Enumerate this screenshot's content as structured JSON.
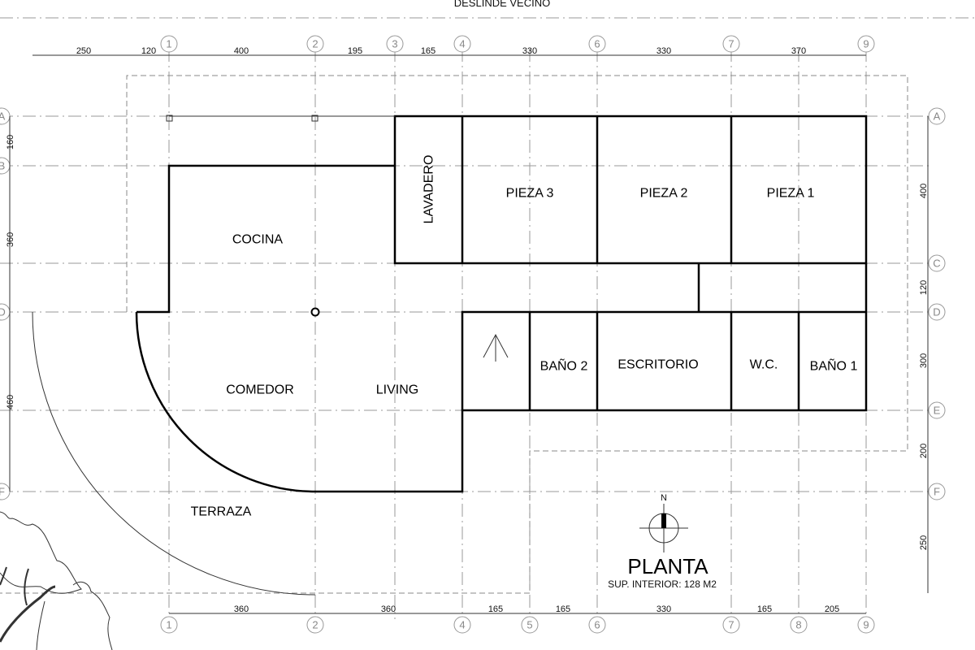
{
  "header": {
    "title": "DESLINDE VECINO"
  },
  "grid_columns": [
    "1",
    "2",
    "3",
    "4",
    "5",
    "6",
    "7",
    "8",
    "9"
  ],
  "grid_rows": [
    "A",
    "B",
    "C",
    "D",
    "E",
    "F"
  ],
  "top_dims": [
    "250",
    "120",
    "400",
    "195",
    "165",
    "330",
    "330",
    "370"
  ],
  "bottom_dims": [
    "360",
    "360",
    "165",
    "165",
    "330",
    "165",
    "205"
  ],
  "left_dims": [
    "160",
    "360",
    "460"
  ],
  "right_dims": [
    "400",
    "120",
    "300",
    "200",
    "250"
  ],
  "rooms": {
    "lavadero": "LAVADERO",
    "pieza3": "PIEZA 3",
    "pieza2": "PIEZA 2",
    "pieza1": "PIEZA 1",
    "cocina": "COCINA",
    "comedor": "COMEDOR",
    "living": "LIVING",
    "bano2": "BAÑO 2",
    "escritorio": "ESCRITORIO",
    "wc": "W.C.",
    "bano1": "BAÑO 1",
    "terraza": "TERRAZA"
  },
  "compass": {
    "label": "N"
  },
  "title_block": {
    "title": "PLANTA",
    "subtitle": "SUP. INTERIOR: 128 M2"
  }
}
